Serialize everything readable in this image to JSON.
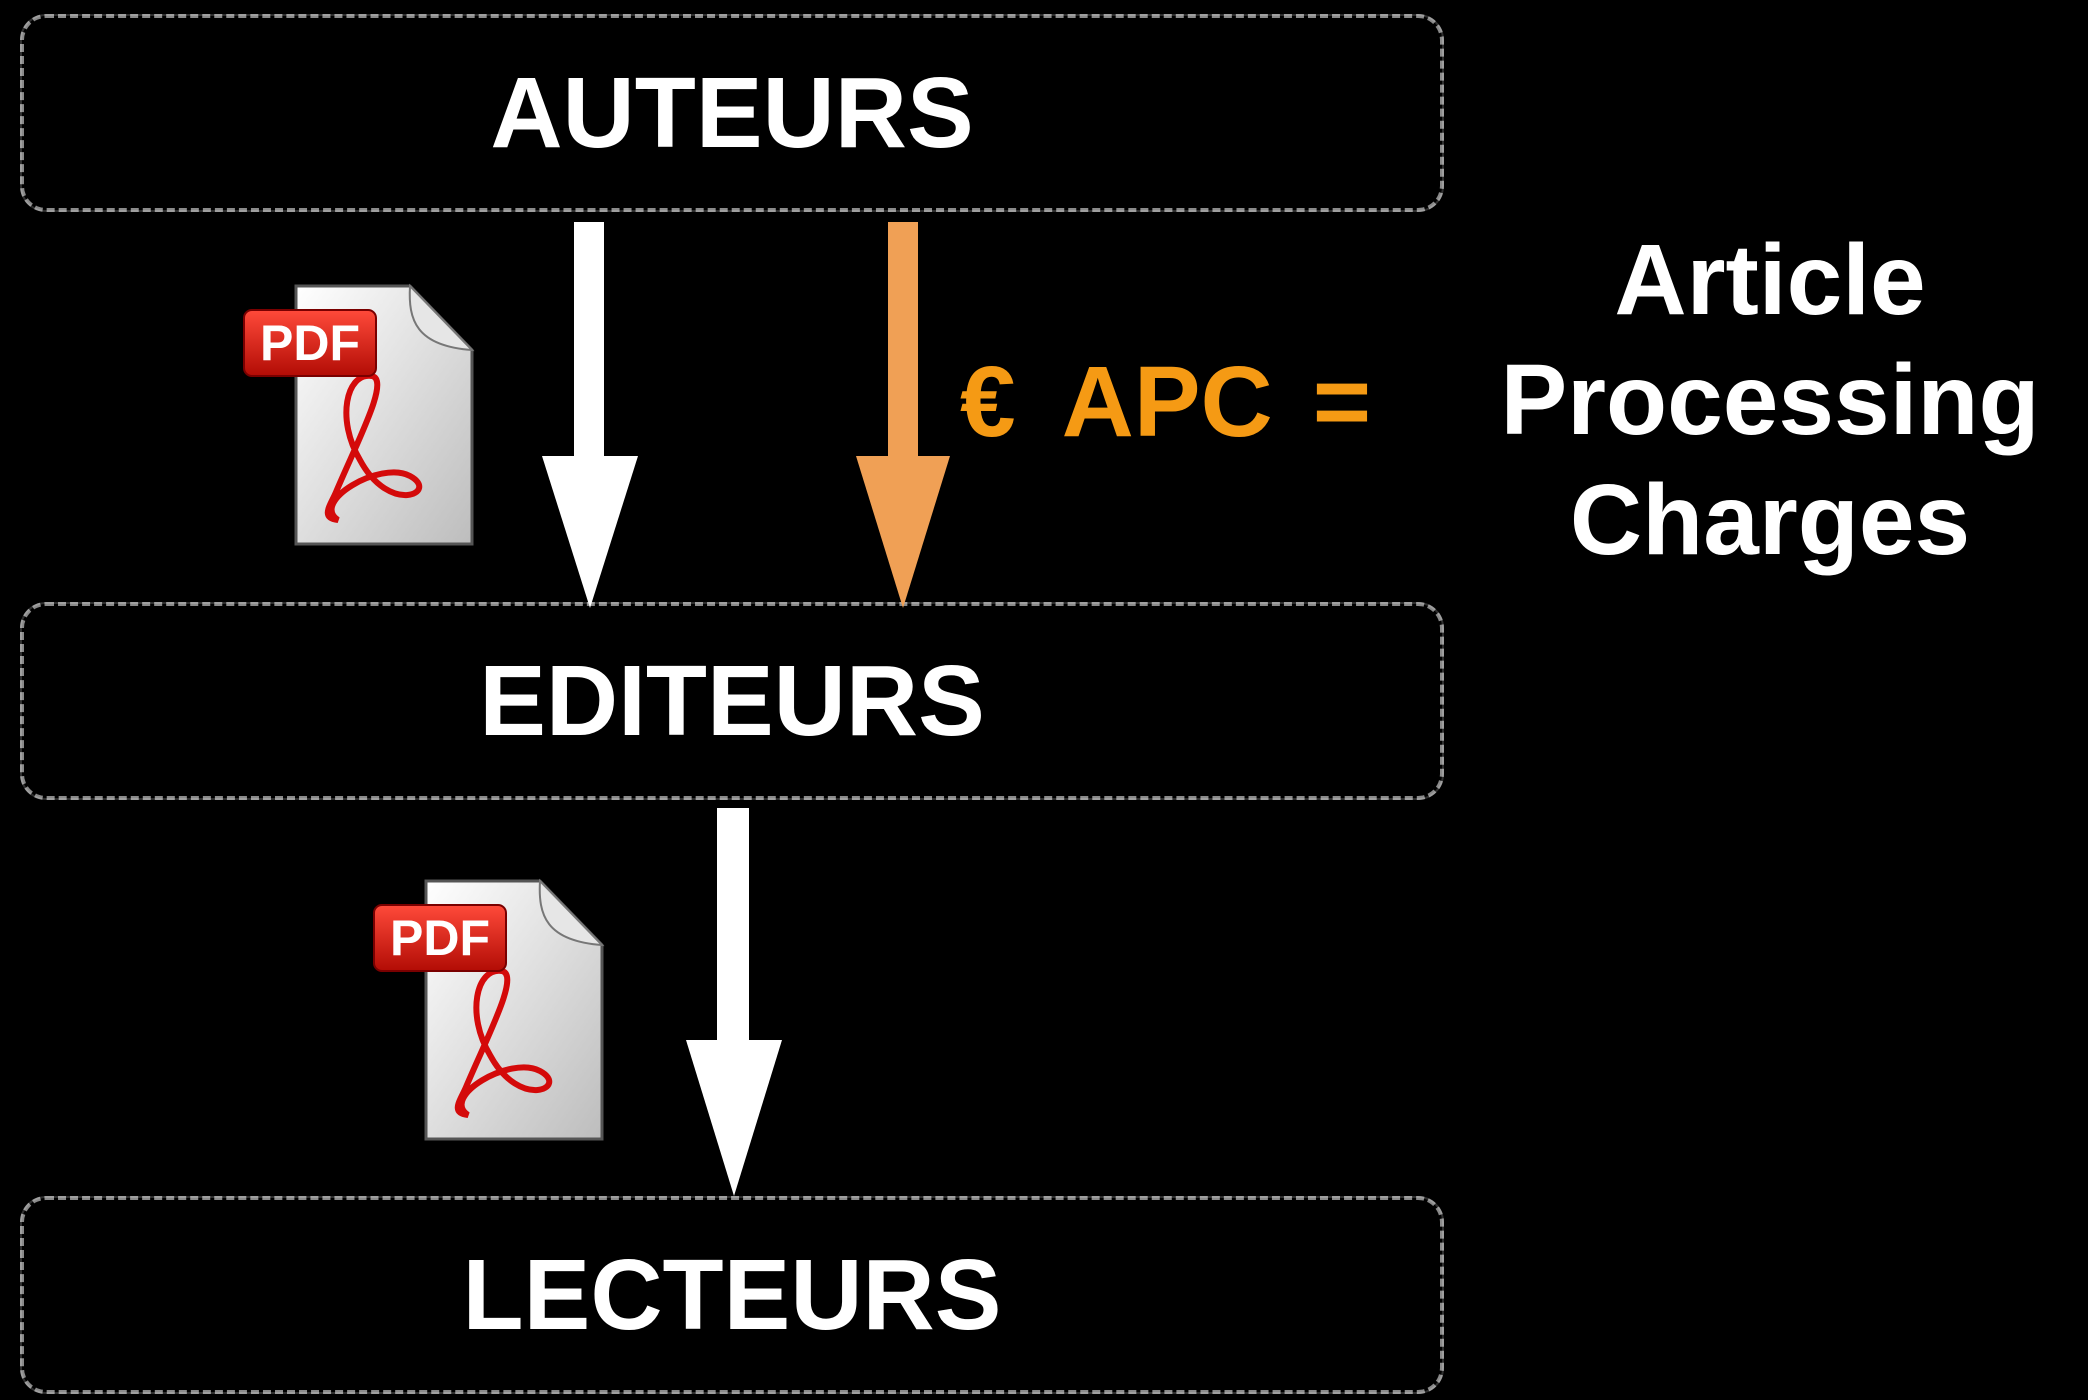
{
  "boxes": {
    "authors": "AUTEURS",
    "publishers": "EDITEURS",
    "readers": "LECTEURS"
  },
  "apc": {
    "currency": "€",
    "acronym": "APC",
    "equals": "="
  },
  "definition": {
    "line1": "Article",
    "line2": "Processing",
    "line3": "Charges"
  },
  "icons": {
    "document": "pdf-file-icon",
    "badge_text": "PDF"
  },
  "colors": {
    "background": "#000000",
    "text": "#ffffff",
    "accent": "#f59a14",
    "payment_arrow": "#f0a055",
    "document_arrow": "#ffffff"
  }
}
